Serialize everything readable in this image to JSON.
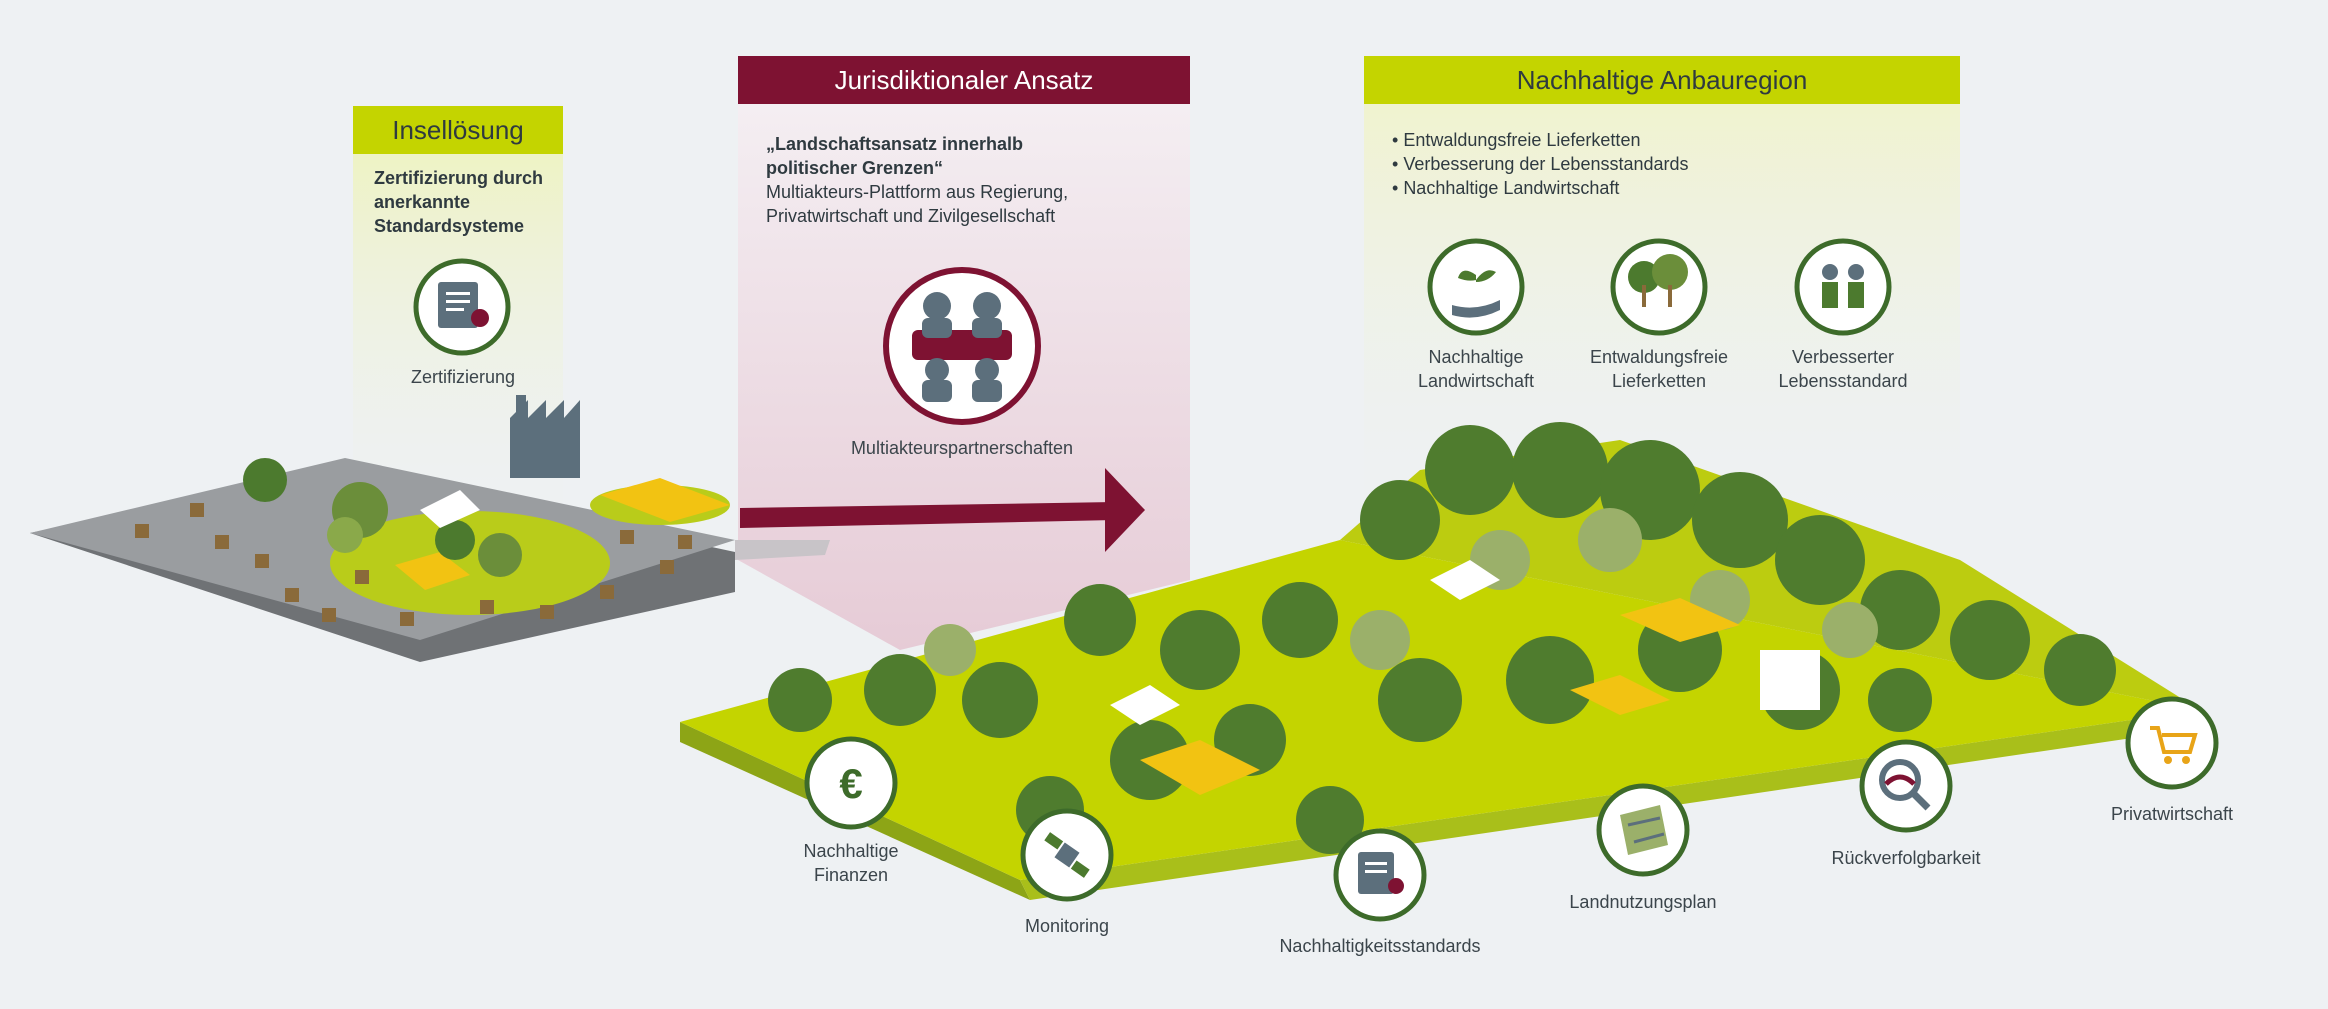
{
  "colors": {
    "lime": "#c4d400",
    "wine": "#7e1232",
    "green": "#3d6b2a",
    "dark_green": "#4c7a2e",
    "gray_ground": "#8f9295"
  },
  "insel": {
    "title": "Insellösung",
    "text": "Zertifizierung durch anerkannte Standardsysteme",
    "icon_label": "Zertifizierung",
    "icon": "certificate-icon"
  },
  "jur": {
    "title": "Jurisdiktionaler Ansatz",
    "quote": "„Landschaftsansatz innerhalb politischer Grenzen“",
    "text": "Multiakteurs-Plattform aus Regierung, Privatwirtschaft und Zivilgesellschaft",
    "icon_label": "Multiakteurspartnerschaften",
    "icon": "people-meeting-icon"
  },
  "region": {
    "title": "Nachhaltige Anbauregion",
    "bullets": [
      "Entwaldungsfreie Lieferketten",
      "Verbesserung der Lebensstandards",
      "Nachhaltige Landwirtschaft"
    ],
    "icons": [
      {
        "label": "Nachhaltige Landwirtschaft",
        "icon": "seedling-hand-icon"
      },
      {
        "label": "Entwaldungsfreie Lieferketten",
        "icon": "forest-icon"
      },
      {
        "label": "Verbesserter Lebensstandard",
        "icon": "farmers-icon"
      }
    ]
  },
  "landscape": [
    {
      "label": "Nachhaltige Finanzen",
      "icon": "euro-icon"
    },
    {
      "label": "Monitoring",
      "icon": "satellite-icon"
    },
    {
      "label": "Nachhaltigkeitsstandards",
      "icon": "certificate-icon"
    },
    {
      "label": "Landnutzungsplan",
      "icon": "map-icon"
    },
    {
      "label": "Rückverfolgbarkeit",
      "icon": "magnifier-icon"
    },
    {
      "label": "Privatwirtschaft",
      "icon": "shopping-cart-icon"
    }
  ]
}
